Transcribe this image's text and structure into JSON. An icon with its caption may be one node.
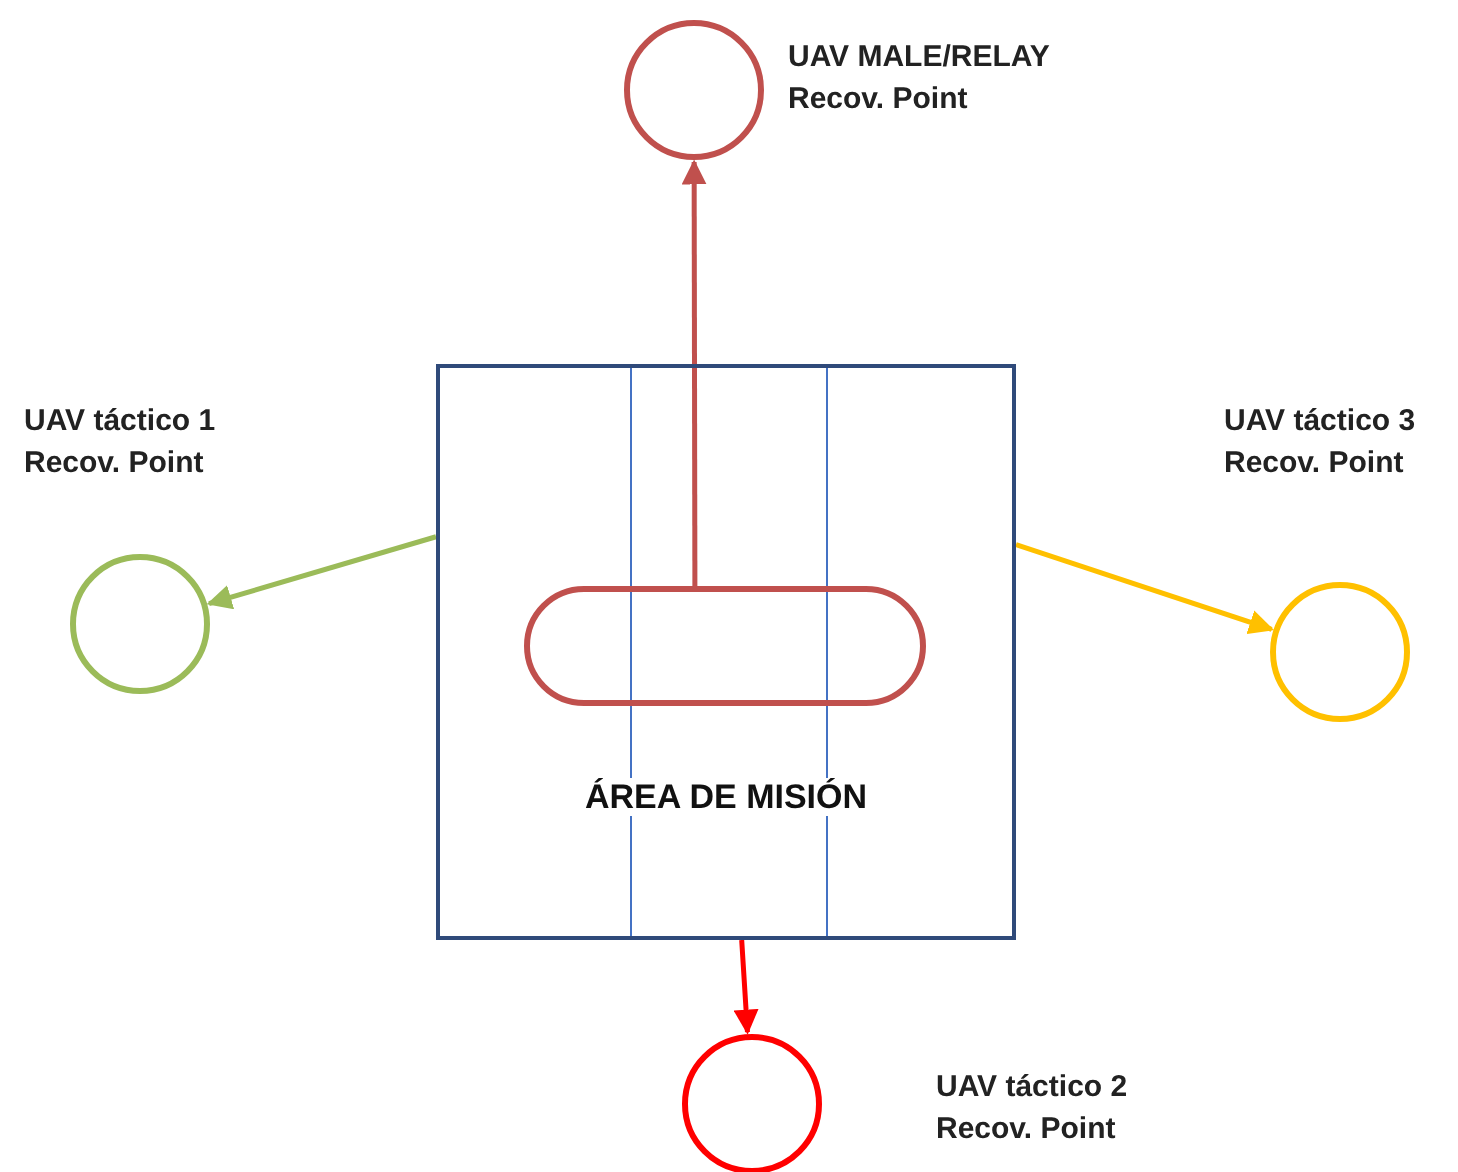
{
  "diagram": {
    "nodes": [
      {
        "text": [],
        "shape": "circle",
        "beside": [
          "UAV MALE/RELAY Recov. Point"
        ]
      },
      {
        "text": [
          "ÁREA DE MISIÓN"
        ]
      },
      {
        "text": [],
        "shape": "box",
        "in": 1
      },
      {
        "text": [],
        "shape": "circle",
        "beside": [
          "UAV táctico 1 Recov. Point"
        ]
      },
      {
        "text": [],
        "shape": "circle",
        "beside": [
          "UAV táctico 3 Recov. Point"
        ]
      },
      {
        "text": [],
        "shape": "circle",
        "beside": [
          "UAV táctico 2 Recov. Point"
        ]
      }
    ],
    "edges": [
      {
        "from": 2,
        "to": 0,
        "arrow": "to",
        "color": "#c0504d"
      },
      {
        "from": 1,
        "to": 3,
        "arrow": "to",
        "color": "#9bbb59"
      },
      {
        "from": 1,
        "to": 4,
        "arrow": "to",
        "color": "#ffc000"
      },
      {
        "from": 1,
        "to": 5,
        "arrow": "to",
        "color": "#ff0000"
      }
    ]
  }
}
